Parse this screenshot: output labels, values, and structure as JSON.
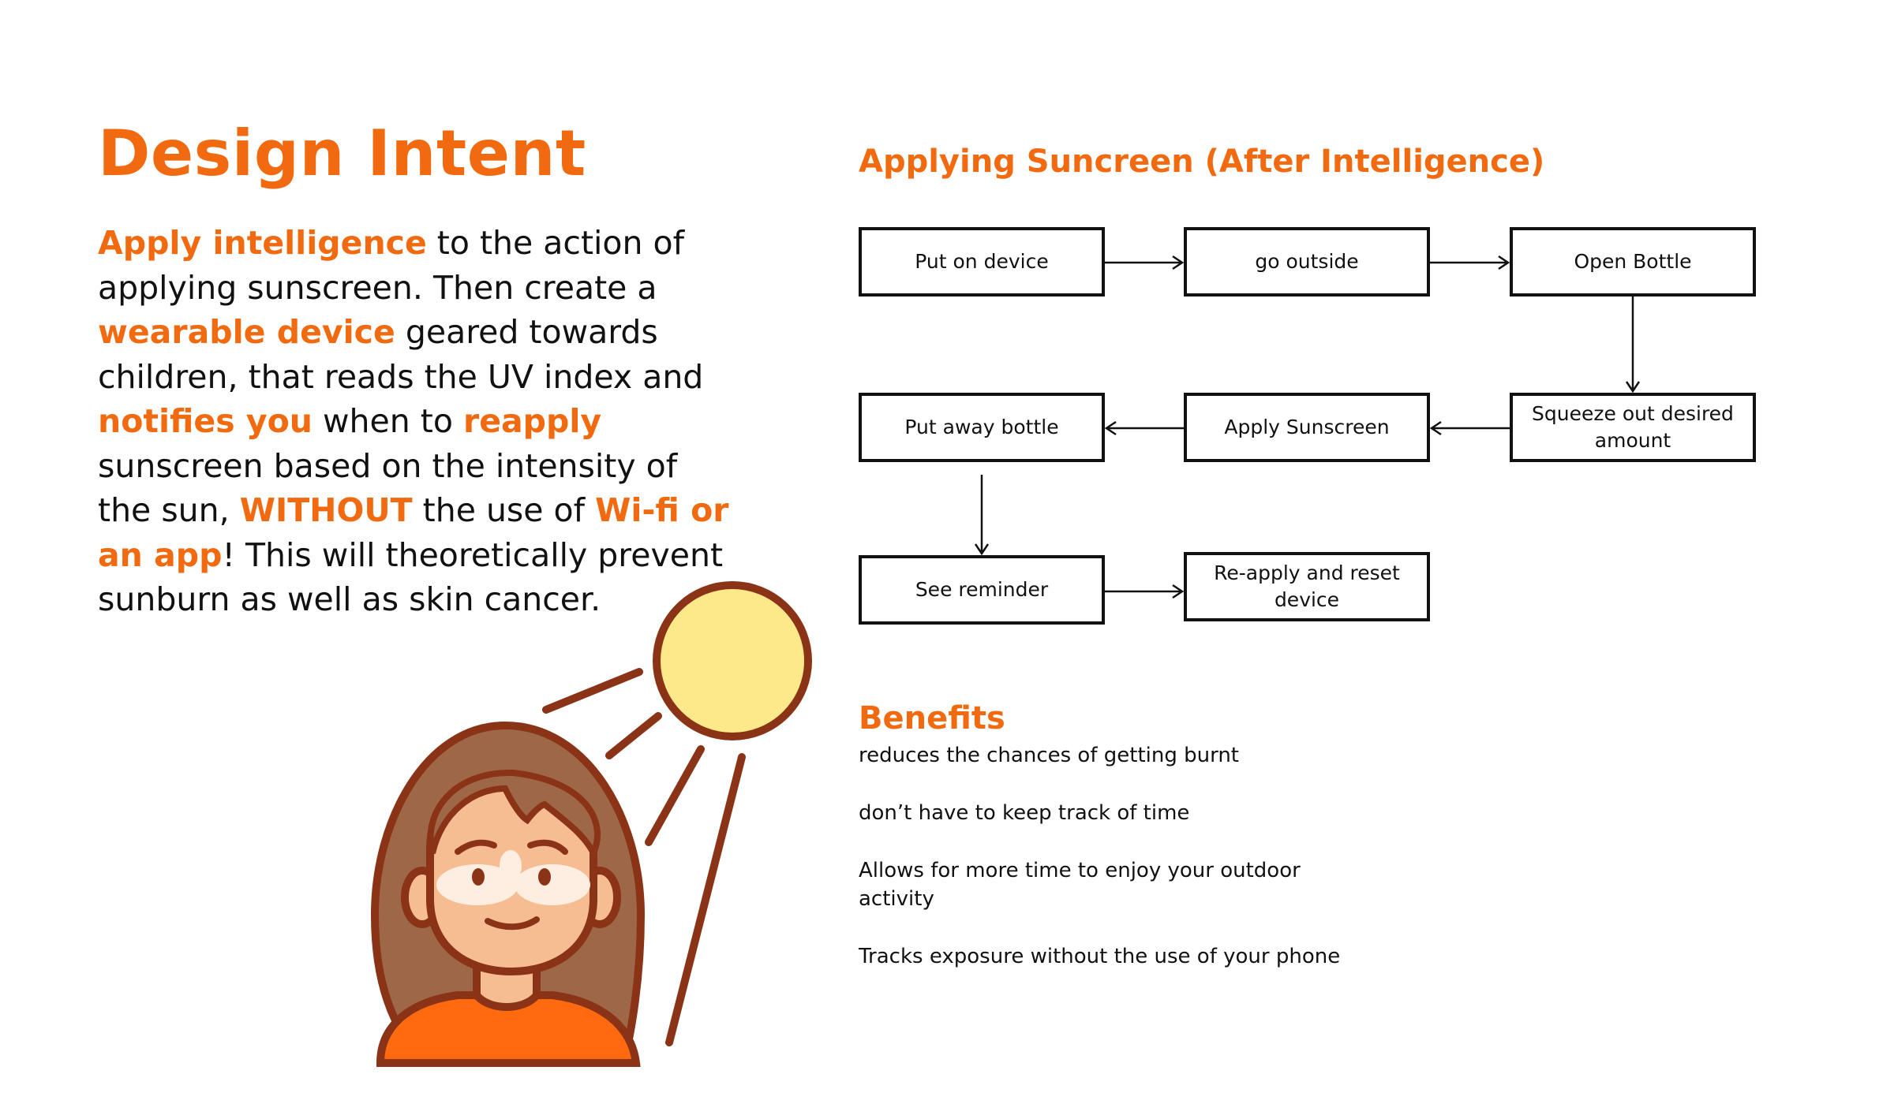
{
  "title": "Design Intent",
  "intent": {
    "p1": "Apply intelligence",
    "p2": " to the action of applying sunscreen. Then create a ",
    "p3": "wearable device",
    "p4": " geared towards children, that reads the UV index and ",
    "p5": "notifies you",
    "p6": " when to ",
    "p7": "reapply",
    "p8": " sunscreen based on the intensity of the sun, ",
    "p9": "WITHOUT",
    "p10": " the use of ",
    "p11": "Wi-fi or an app",
    "p12": "!  This will theoretically prevent sunburn as well as skin cancer."
  },
  "flow": {
    "title": "Applying Suncreen (After Intelligence)",
    "steps": [
      "Put on device",
      "go outside",
      "Open Bottle",
      "Squeeze out desired amount",
      "Apply Sunscreen",
      "Put away bottle",
      "See reminder",
      "Re-apply and reset device"
    ]
  },
  "benefits": {
    "title": "Benefits",
    "items": [
      "reduces the chances of getting burnt",
      "don’t have to keep track of time",
      "Allows for more time to enjoy your outdoor activity",
      "Tracks exposure without the use of your phone"
    ]
  },
  "colors": {
    "accent": "#f26a0f",
    "sun_fill": "#fde98a",
    "outline": "#8a3316",
    "hair": "#9e6747",
    "skin": "#f7bd92",
    "shirt": "#ff6a10",
    "sunscreen": "#fdeee1"
  }
}
